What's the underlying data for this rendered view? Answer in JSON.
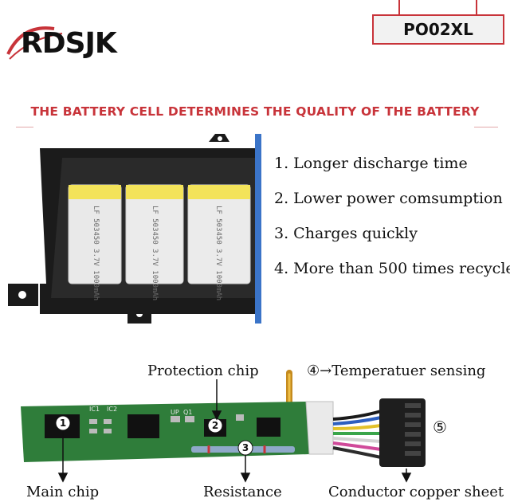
{
  "brand": {
    "logo_text": "RDSJK"
  },
  "model": {
    "code": "PO02XL"
  },
  "headline": "THE BATTERY CELL DETERMINES THE QUALITY OF THE BATTERY",
  "features": [
    "1. Longer discharge time",
    "2. Lower power comsumption",
    "3. Charges quickly",
    "4. More than 500 times recycle"
  ],
  "cells": [
    {
      "print": "LF 503450 3.7V 1000mAh"
    },
    {
      "print": "LF 503450 3.7V 1000mAh"
    },
    {
      "print": "LF 503450 3.7V 1000mAh"
    }
  ],
  "circuit": {
    "labels": {
      "protection_chip": "Protection chip",
      "temperature": "④→Temperatuer sensing",
      "main_chip": "Main chip",
      "resistance": "Resistance",
      "conductor": "Conductor copper sheet",
      "marker_5": "⑤"
    },
    "markers": [
      "1",
      "2",
      "3"
    ],
    "board_print": [
      "IC1",
      "IC2",
      "UP",
      "Q1"
    ]
  },
  "colors": {
    "accent_red": "#c8343a",
    "pcb_green": "#2f7d3a",
    "cell_yellow": "#f3e35a"
  }
}
